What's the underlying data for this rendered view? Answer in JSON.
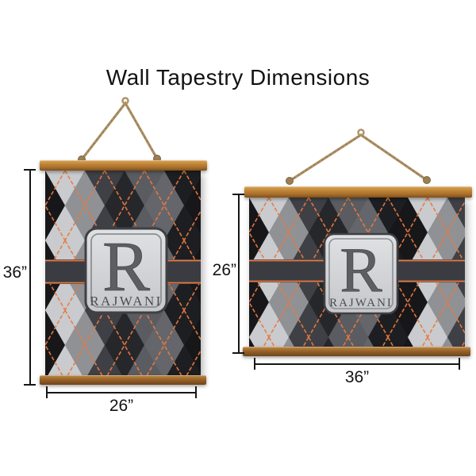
{
  "title": "Wall Tapestry Dimensions",
  "portrait": {
    "orientation": "portrait",
    "height_label": "36”",
    "width_label": "26”",
    "monogram_initial": "R",
    "monogram_name": "RAJWANI"
  },
  "landscape": {
    "orientation": "landscape",
    "height_label": "26”",
    "width_label": "36”",
    "monogram_initial": "R",
    "monogram_name": "RAJWANI"
  },
  "colors": {
    "dimension_line": "#161616",
    "orange_accent": "#e8793f",
    "wood": "#b67b2f",
    "rope": "#ad9166",
    "plate": "#d3d5d8",
    "band": "#3a3c42"
  }
}
